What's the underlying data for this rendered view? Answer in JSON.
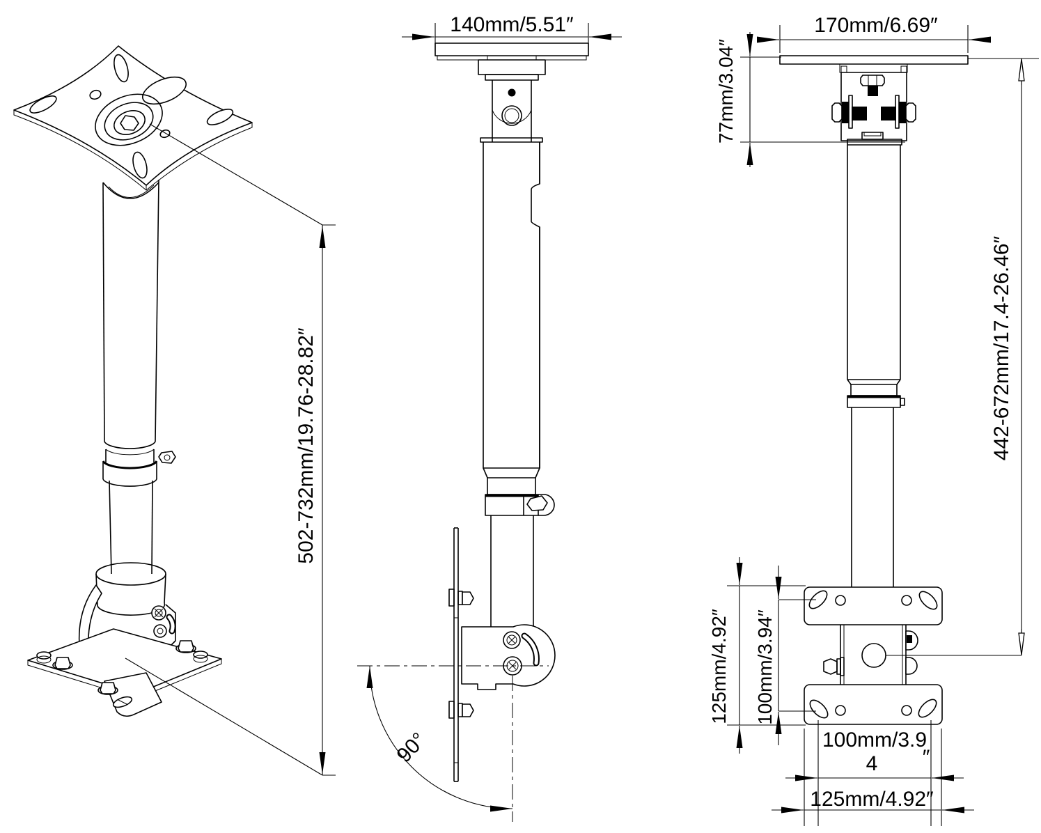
{
  "drawing": {
    "title": "ceiling-mount-dimensional-drawing",
    "background": "#ffffff",
    "line_color": "#000000",
    "views": {
      "isometric": {
        "height_range": "502-732mm/19.76-28.82″"
      },
      "side": {
        "top_width": "140mm/5.51″",
        "tilt_angle": "90°"
      },
      "front": {
        "top_width": "170mm/6.69″",
        "ceiling_drop": "77mm/3.04″",
        "height_range": "442-672mm/17.4-26.46″",
        "plate_height": "125mm/4.92″",
        "hole_spacing_vertical": "100mm/3.94″",
        "hole_spacing_horizontal_line1": "100mm/3.9",
        "hole_spacing_horizontal_line2": "4",
        "hole_spacing_horizontal_inch": "″",
        "plate_width": "125mm/4.92″"
      }
    }
  }
}
